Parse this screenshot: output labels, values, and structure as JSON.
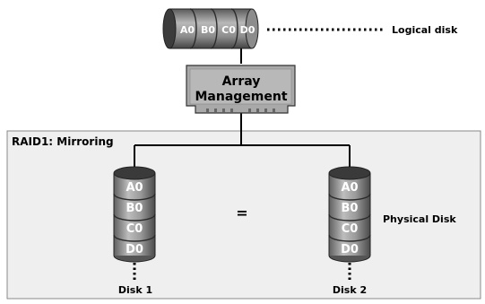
{
  "logical_disk": {
    "segments": [
      "A0",
      "B0",
      "C0",
      "D0"
    ],
    "label": "Logical disk"
  },
  "array_management": {
    "line1": "Array",
    "line2": "Management"
  },
  "raid": {
    "title": "RAID1: Mirroring",
    "equals": "=",
    "physical_label": "Physical Disk",
    "disk1": {
      "label": "Disk 1",
      "blocks": [
        "A0",
        "B0",
        "C0",
        "D0"
      ]
    },
    "disk2": {
      "label": "Disk 2",
      "blocks": [
        "A0",
        "B0",
        "C0",
        "D0"
      ]
    }
  }
}
